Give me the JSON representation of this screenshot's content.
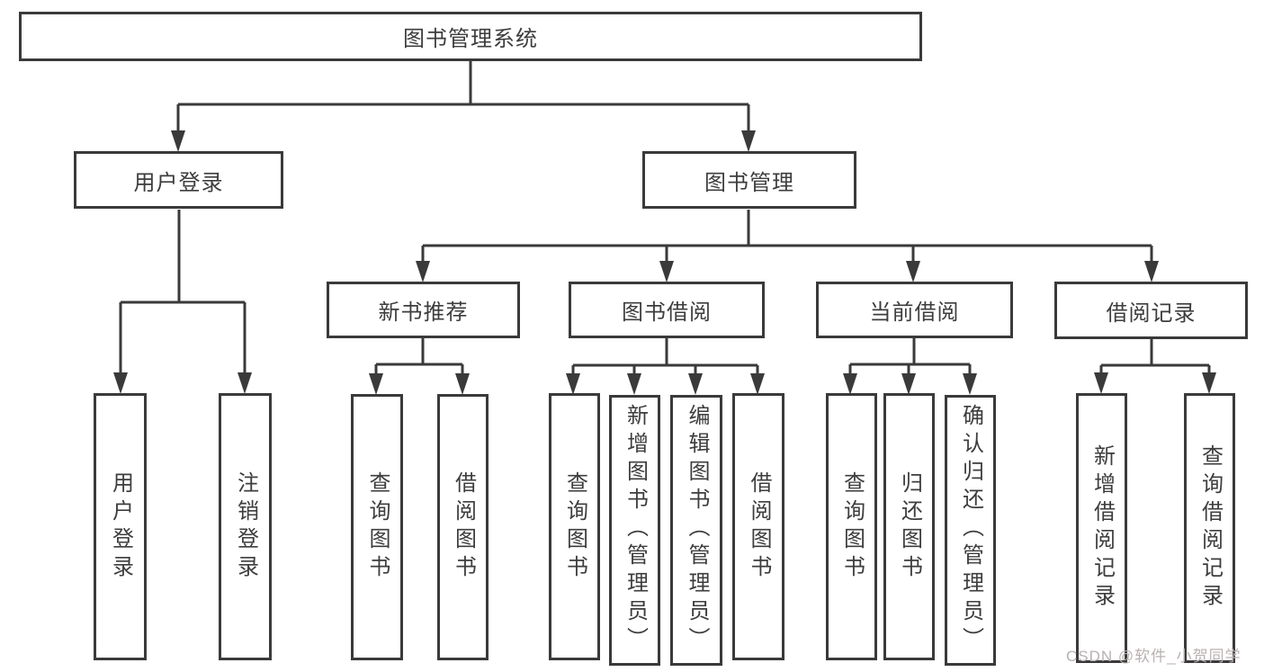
{
  "diagram_type": "hierarchy-tree",
  "colors": {
    "line": "#3a3a3a",
    "text": "#3d3d3d",
    "box_background": "#ffffff",
    "page_background": "#ffffff",
    "watermark": "#b9b1b1"
  },
  "tree": {
    "label": "图书管理系统",
    "children": [
      {
        "label": "用户登录",
        "children": [
          {
            "label": "用户登录"
          },
          {
            "label": "注销登录"
          }
        ]
      },
      {
        "label": "图书管理",
        "children": [
          {
            "label": "新书推荐",
            "children": [
              {
                "label": "查询图书"
              },
              {
                "label": "借阅图书"
              }
            ]
          },
          {
            "label": "图书借阅",
            "children": [
              {
                "label": "查询图书"
              },
              {
                "label": "新增图书（管理员）"
              },
              {
                "label": "编辑图书（管理员）"
              },
              {
                "label": "借阅图书"
              }
            ]
          },
          {
            "label": "当前借阅",
            "children": [
              {
                "label": "查询图书"
              },
              {
                "label": "归还图书"
              },
              {
                "label": "确认归还（管理员）"
              }
            ]
          },
          {
            "label": "借阅记录",
            "children": [
              {
                "label": "新增借阅记录"
              },
              {
                "label": "查询借阅记录"
              }
            ]
          }
        ]
      }
    ]
  },
  "watermark": {
    "text": "CSDN @软件_小贺同学"
  }
}
